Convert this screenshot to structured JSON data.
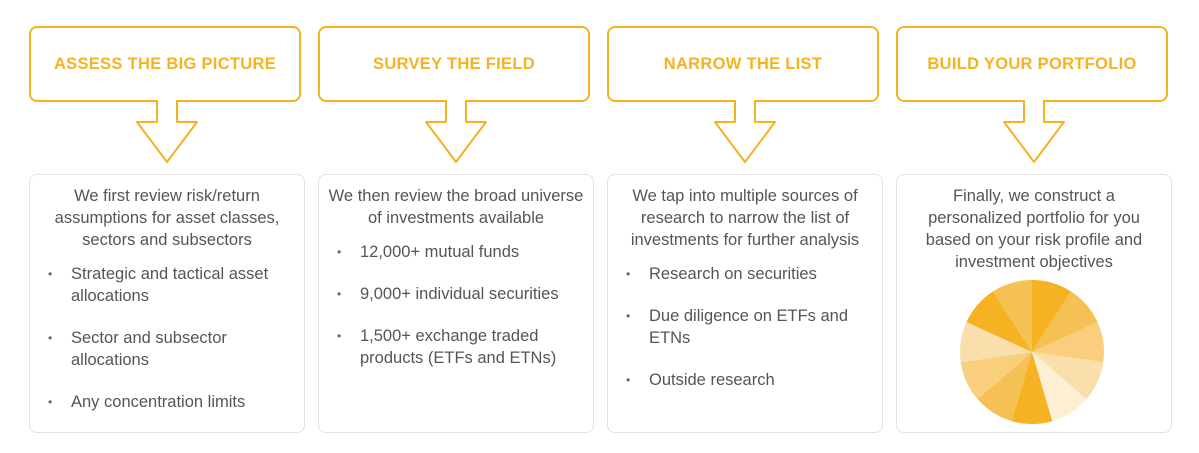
{
  "steps": [
    {
      "title": "ASSESS THE BIG PICTURE",
      "intro": "We first review risk/return assumptions for asset classes, sectors and subsectors",
      "bullets": [
        "Strategic and tactical asset allocations",
        "Sector and subsector allocations",
        "Any concentration limits"
      ]
    },
    {
      "title": "SURVEY THE FIELD",
      "intro": "We then review the broad universe of investments available",
      "bullets": [
        "12,000+ mutual funds",
        "9,000+ individual securities",
        "1,500+ exchange traded products (ETFs and ETNs)"
      ]
    },
    {
      "title": "NARROW THE LIST",
      "intro": "We tap into multiple sources of research to narrow the list of investments for further analysis",
      "bullets": [
        "Research on securities",
        "Due diligence on ETFs and ETNs",
        "Outside research"
      ]
    },
    {
      "title": "BUILD YOUR PORTFOLIO",
      "intro": "Finally, we construct a personalized portfolio for you based on your risk profile and investment objectives",
      "bullets": []
    }
  ],
  "colors": {
    "accent": "#F5B223"
  },
  "pie": {
    "values": [
      1,
      1,
      1,
      1,
      1,
      1,
      1,
      1,
      1,
      1,
      1
    ],
    "colors": [
      "#F5B223",
      "#F5C155",
      "#F9CF7E",
      "#F9DFAC",
      "#FDEFD3",
      "#F5B223",
      "#F5C155",
      "#F9CF7E",
      "#F9DFAC",
      "#F5B223",
      "#F5C155"
    ]
  }
}
